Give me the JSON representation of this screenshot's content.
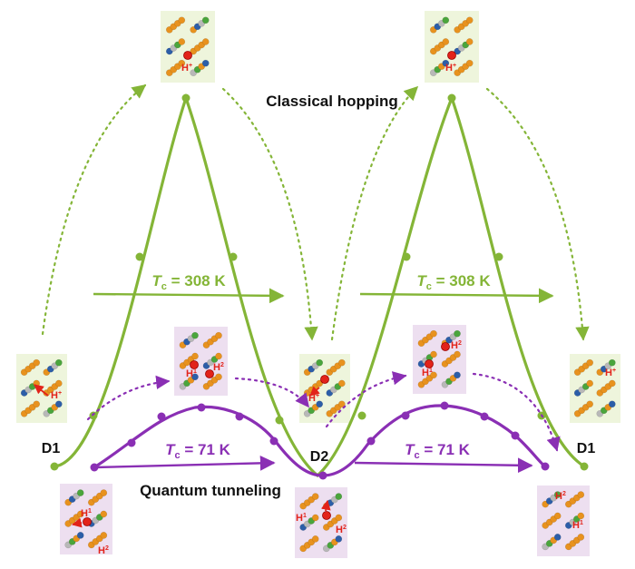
{
  "title_classical": "Classical hopping",
  "title_quantum": "Quantum tunneling",
  "tc_classical": {
    "italic": "T",
    "sub": "c",
    "rest": " = 308 K"
  },
  "tc_quantum": {
    "italic": "T",
    "sub": "c",
    "rest": " = 71 K"
  },
  "state_labels": {
    "d1": "D1",
    "d2": "D2"
  },
  "proton_labels": {
    "h_plus": "H",
    "h_plus_sup": "+",
    "h1": "H",
    "h1_sup": "1",
    "h2": "H",
    "h2_sup": "2"
  },
  "colors": {
    "classical": "#84b537",
    "quantum": "#8a2fb4",
    "panel_green": "#eef5dc",
    "panel_purple": "#eddff0",
    "hydrogen": "#e2231a",
    "molecule_orange": "#e8921e",
    "molecule_blue": "#2c5ea8",
    "molecule_green": "#4aa53c",
    "molecule_grey": "#b8b8b8"
  },
  "icons": [
    "crystal-structure-icon",
    "proton-icon",
    "arrow-icon"
  ]
}
